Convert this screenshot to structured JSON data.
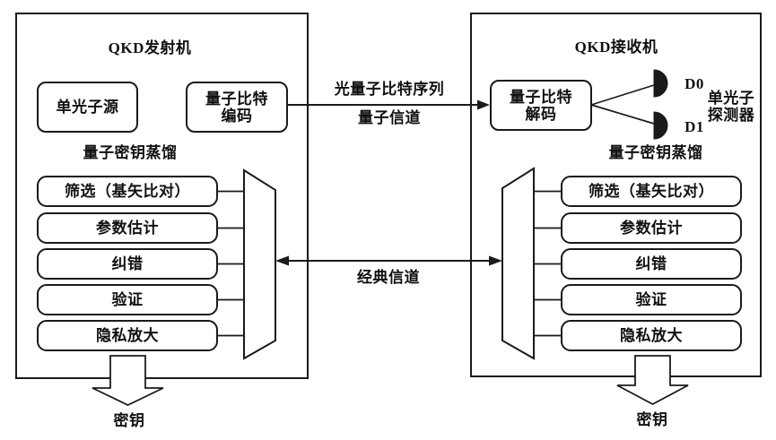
{
  "colors": {
    "stroke": "#1a1a1a",
    "background": "#ffffff"
  },
  "transmitter": {
    "title": "QKD发射机",
    "source": "单光子源",
    "encoder_line1": "量子比特",
    "encoder_line2": "编码"
  },
  "receiver": {
    "title": "QKD接收机",
    "decoder_line1": "量子比特",
    "decoder_line2": "解码",
    "detectors": {
      "d0": "D0",
      "d1": "D1",
      "name_line1": "单光子",
      "name_line2": "探测器"
    }
  },
  "distillation": {
    "title": "量子密钥蒸馏",
    "steps": [
      "筛选（基矢比对）",
      "参数估计",
      "纠错",
      "验证",
      "隐私放大"
    ]
  },
  "channels": {
    "quantum_label_top": "光量子比特序列",
    "quantum_label_bottom": "量子信道",
    "classical_label": "经典信道"
  },
  "output_key_label": "密钥"
}
